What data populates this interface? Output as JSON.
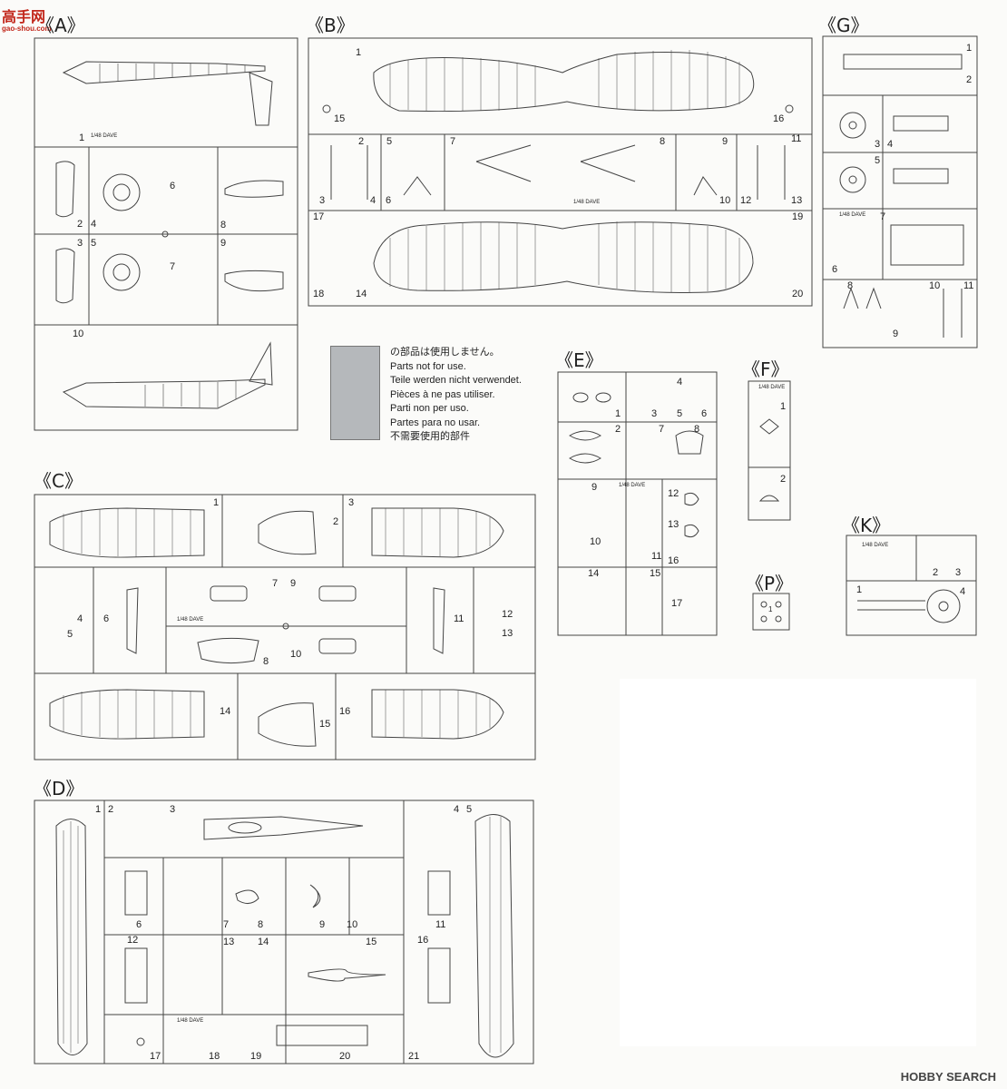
{
  "site_logo": {
    "text": "高手网",
    "site": "gao-shou.com"
  },
  "watermark": "HOBBY SEARCH",
  "sheets": {
    "A": {
      "label": "《A》",
      "tag": "1/48 DAVE",
      "parts": [
        "1",
        "2",
        "3",
        "4",
        "5",
        "6",
        "7",
        "8",
        "9",
        "10"
      ]
    },
    "B": {
      "label": "《B》",
      "tag": "1/48 DAVE",
      "parts": [
        "1",
        "2",
        "3",
        "4",
        "5",
        "6",
        "7",
        "8",
        "9",
        "10",
        "11",
        "12",
        "13",
        "14",
        "15",
        "16",
        "17",
        "18",
        "19",
        "20"
      ]
    },
    "C": {
      "label": "《C》",
      "tag": "1/48 DAVE",
      "parts": [
        "1",
        "2",
        "3",
        "4",
        "5",
        "6",
        "7",
        "8",
        "9",
        "10",
        "11",
        "12",
        "13",
        "14",
        "15",
        "16"
      ]
    },
    "D": {
      "label": "《D》",
      "tag": "1/48 DAVE",
      "parts": [
        "1",
        "2",
        "3",
        "4",
        "5",
        "6",
        "7",
        "8",
        "9",
        "10",
        "11",
        "12",
        "13",
        "14",
        "15",
        "16",
        "17",
        "18",
        "19",
        "20",
        "21"
      ]
    },
    "E": {
      "label": "《E》",
      "tag": "1/48 DAVE",
      "parts": [
        "1",
        "2",
        "3",
        "4",
        "5",
        "6",
        "7",
        "8",
        "9",
        "10",
        "11",
        "12",
        "13",
        "14",
        "15",
        "16",
        "17"
      ]
    },
    "F": {
      "label": "《F》",
      "tag": "1/48 DAVE",
      "parts": [
        "1",
        "2"
      ]
    },
    "G": {
      "label": "《G》",
      "tag": "1/48 DAVE",
      "parts": [
        "1",
        "2",
        "3",
        "4",
        "5",
        "6",
        "7",
        "8",
        "9",
        "10",
        "11"
      ]
    },
    "K": {
      "label": "《K》",
      "tag": "1/48 DAVE",
      "parts": [
        "1",
        "2",
        "3",
        "4"
      ]
    },
    "P": {
      "label": "《P》",
      "parts": [
        "1"
      ]
    }
  },
  "unused_notice": [
    "の部品は使用しません。",
    "Parts not for use.",
    "Teile werden nicht verwendet.",
    "Pièces à ne pas utiliser.",
    "Parti non per uso.",
    "Partes para no usar.",
    "不需要使用的部件"
  ],
  "colors": {
    "ink": "#222222",
    "unused_gray": "#b5b8bb",
    "logo_red": "#c2271b"
  }
}
